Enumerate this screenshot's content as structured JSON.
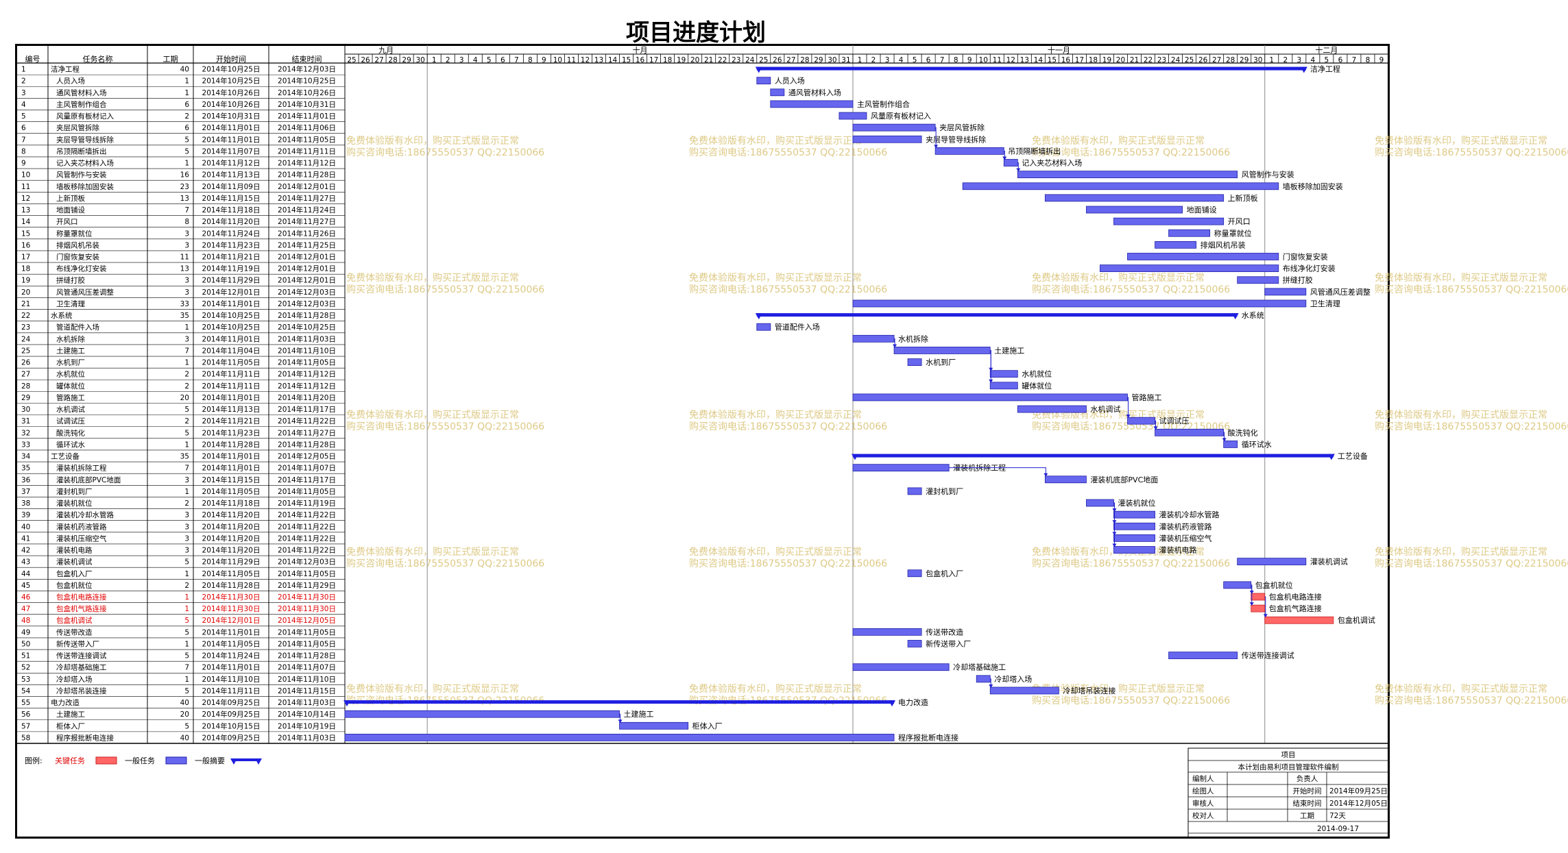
{
  "title": "项目进度计划",
  "table_headers": [
    "编号",
    "任务名称",
    "工期",
    "开始时间",
    "结束时间"
  ],
  "months": [
    {
      "label": "九月",
      "start_day": 0,
      "days": 6
    },
    {
      "label": "十月",
      "start_day": 6,
      "days": 31
    },
    {
      "label": "十一月",
      "start_day": 37,
      "days": 30
    },
    {
      "label": "十二月",
      "start_day": 67,
      "days": 9
    }
  ],
  "day_labels": [
    "25",
    "26",
    "27",
    "28",
    "29",
    "30",
    "1",
    "2",
    "3",
    "4",
    "5",
    "6",
    "7",
    "8",
    "9",
    "10",
    "11",
    "12",
    "13",
    "14",
    "15",
    "16",
    "17",
    "18",
    "19",
    "20",
    "21",
    "22",
    "23",
    "24",
    "25",
    "26",
    "27",
    "28",
    "29",
    "30",
    "31",
    "1",
    "2",
    "3",
    "4",
    "5",
    "6",
    "7",
    "8",
    "9",
    "10",
    "11",
    "12",
    "13",
    "14",
    "15",
    "16",
    "17",
    "18",
    "19",
    "20",
    "21",
    "22",
    "23",
    "24",
    "25",
    "26",
    "27",
    "28",
    "29",
    "30",
    "1",
    "2",
    "3",
    "4",
    "5",
    "6",
    "7",
    "8",
    "9"
  ],
  "chart_data": {
    "type": "gantt",
    "title": "项目进度计划",
    "x_range": [
      "2014-09-25",
      "2014-12-09"
    ],
    "colors": {
      "normal": "#6666ee",
      "critical": "#ff6666",
      "summary": "#1f1fe0",
      "link": "#2020d0"
    },
    "tasks": [
      {
        "id": "1",
        "name": "洁净工程",
        "duration": "40",
        "start": "2014年10月25日",
        "end": "2014年12月03日",
        "type": "summary",
        "label": "洁净工程"
      },
      {
        "id": "2",
        "name": "人员入场",
        "duration": "1",
        "start": "2014年10月25日",
        "end": "2014年10月25日",
        "type": "normal",
        "label": "人员入场"
      },
      {
        "id": "3",
        "name": "通风管材料入场",
        "duration": "1",
        "start": "2014年10月26日",
        "end": "2014年10月26日",
        "type": "normal",
        "label": "通风管材料入场"
      },
      {
        "id": "4",
        "name": "主风管制作组合",
        "duration": "6",
        "start": "2014年10月26日",
        "end": "2014年10月31日",
        "type": "normal",
        "label": "主风管制作组合"
      },
      {
        "id": "5",
        "name": "风量原有板材记入",
        "duration": "2",
        "start": "2014年10月31日",
        "end": "2014年11月01日",
        "type": "normal",
        "label": "风量原有板材记入"
      },
      {
        "id": "6",
        "name": "夹层风管拆除",
        "duration": "6",
        "start": "2014年11月01日",
        "end": "2014年11月06日",
        "type": "normal",
        "label": "夹层风管拆除"
      },
      {
        "id": "7",
        "name": "夹层导管导线拆除",
        "duration": "5",
        "start": "2014年11月01日",
        "end": "2014年11月05日",
        "type": "normal",
        "label": "夹层导管导线拆除"
      },
      {
        "id": "8",
        "name": "吊顶隔断墙拆出",
        "duration": "5",
        "start": "2014年11月07日",
        "end": "2014年11月11日",
        "type": "normal",
        "label": "吊顶隔断墙拆出"
      },
      {
        "id": "9",
        "name": "记入夹芯材料入场",
        "duration": "1",
        "start": "2014年11月12日",
        "end": "2014年11月12日",
        "type": "normal",
        "label": "记入夹芯材料入场"
      },
      {
        "id": "10",
        "name": "风管制作与安装",
        "duration": "16",
        "start": "2014年11月13日",
        "end": "2014年11月28日",
        "type": "normal",
        "label": "风管制作与安装"
      },
      {
        "id": "11",
        "name": "墙板移除加固安装",
        "duration": "23",
        "start": "2014年11月09日",
        "end": "2014年12月01日",
        "type": "normal",
        "label": "墙板移除加固安装"
      },
      {
        "id": "12",
        "name": "上新顶板",
        "duration": "13",
        "start": "2014年11月15日",
        "end": "2014年11月27日",
        "type": "normal",
        "label": "上新顶板"
      },
      {
        "id": "13",
        "name": "地面铺设",
        "duration": "7",
        "start": "2014年11月18日",
        "end": "2014年11月24日",
        "type": "normal",
        "label": "地面铺设"
      },
      {
        "id": "14",
        "name": "开风口",
        "duration": "8",
        "start": "2014年11月20日",
        "end": "2014年11月27日",
        "type": "normal",
        "label": "开风口"
      },
      {
        "id": "15",
        "name": "称量罩就位",
        "duration": "3",
        "start": "2014年11月24日",
        "end": "2014年11月26日",
        "type": "normal",
        "label": "称量罩就位"
      },
      {
        "id": "16",
        "name": "排烟风机吊装",
        "duration": "3",
        "start": "2014年11月23日",
        "end": "2014年11月25日",
        "type": "normal",
        "label": "排烟风机吊装"
      },
      {
        "id": "17",
        "name": "门窗恢复安装",
        "duration": "11",
        "start": "2014年11月21日",
        "end": "2014年12月01日",
        "type": "normal",
        "label": "门窗恢复安装"
      },
      {
        "id": "18",
        "name": "布线净化灯安装",
        "duration": "13",
        "start": "2014年11月19日",
        "end": "2014年12月01日",
        "type": "normal",
        "label": "布线净化灯安装"
      },
      {
        "id": "19",
        "name": "拼缝打胶",
        "duration": "3",
        "start": "2014年11月29日",
        "end": "2014年12月01日",
        "type": "normal",
        "label": "拼缝打胶"
      },
      {
        "id": "20",
        "name": "风管通风压差调整",
        "duration": "3",
        "start": "2014年12月01日",
        "end": "2014年12月03日",
        "type": "normal",
        "label": "风管通风压差调整"
      },
      {
        "id": "21",
        "name": "卫生清理",
        "duration": "33",
        "start": "2014年11月01日",
        "end": "2014年12月03日",
        "type": "normal",
        "label": "卫生清理"
      },
      {
        "id": "22",
        "name": "水系统",
        "duration": "35",
        "start": "2014年10月25日",
        "end": "2014年11月28日",
        "type": "summary",
        "label": "水系统"
      },
      {
        "id": "23",
        "name": "管道配件入场",
        "duration": "1",
        "start": "2014年10月25日",
        "end": "2014年10月25日",
        "type": "normal",
        "label": "管道配件入场"
      },
      {
        "id": "24",
        "name": "水机拆除",
        "duration": "3",
        "start": "2014年11月01日",
        "end": "2014年11月03日",
        "type": "normal",
        "label": "水机拆除"
      },
      {
        "id": "25",
        "name": "土建施工",
        "duration": "7",
        "start": "2014年11月04日",
        "end": "2014年11月10日",
        "type": "normal",
        "label": "土建施工"
      },
      {
        "id": "26",
        "name": "水机到厂",
        "duration": "1",
        "start": "2014年11月05日",
        "end": "2014年11月05日",
        "type": "normal",
        "label": "水机到厂"
      },
      {
        "id": "27",
        "name": "水机就位",
        "duration": "2",
        "start": "2014年11月11日",
        "end": "2014年11月12日",
        "type": "normal",
        "label": "水机就位"
      },
      {
        "id": "28",
        "name": "罐体就位",
        "duration": "2",
        "start": "2014年11月11日",
        "end": "2014年11月12日",
        "type": "normal",
        "label": "罐体就位"
      },
      {
        "id": "29",
        "name": "管路施工",
        "duration": "20",
        "start": "2014年11月01日",
        "end": "2014年11月20日",
        "type": "normal",
        "label": "管路施工"
      },
      {
        "id": "30",
        "name": "水机调试",
        "duration": "5",
        "start": "2014年11月13日",
        "end": "2014年11月17日",
        "type": "normal",
        "label": "水机调试"
      },
      {
        "id": "31",
        "name": "试调试压",
        "duration": "2",
        "start": "2014年11月21日",
        "end": "2014年11月22日",
        "type": "normal",
        "label": "试调试压"
      },
      {
        "id": "32",
        "name": "酸洗钝化",
        "duration": "5",
        "start": "2014年11月23日",
        "end": "2014年11月27日",
        "type": "normal",
        "label": "酸洗钝化"
      },
      {
        "id": "33",
        "name": "循环试水",
        "duration": "1",
        "start": "2014年11月28日",
        "end": "2014年11月28日",
        "type": "normal",
        "label": "循环试水"
      },
      {
        "id": "34",
        "name": "工艺设备",
        "duration": "35",
        "start": "2014年11月01日",
        "end": "2014年12月05日",
        "type": "summary",
        "label": "工艺设备"
      },
      {
        "id": "35",
        "name": "灌装机拆除工程",
        "duration": "7",
        "start": "2014年11月01日",
        "end": "2014年11月07日",
        "type": "normal",
        "label": "灌装机拆除工程"
      },
      {
        "id": "36",
        "name": "灌装机底部PVC地面",
        "duration": "3",
        "start": "2014年11月15日",
        "end": "2014年11月17日",
        "type": "normal",
        "label": "灌装机底部PVC地面"
      },
      {
        "id": "37",
        "name": "灌封机到厂",
        "duration": "1",
        "start": "2014年11月05日",
        "end": "2014年11月05日",
        "type": "normal",
        "label": "灌封机到厂"
      },
      {
        "id": "38",
        "name": "灌装机就位",
        "duration": "2",
        "start": "2014年11月18日",
        "end": "2014年11月19日",
        "type": "normal",
        "label": "灌装机就位"
      },
      {
        "id": "39",
        "name": "灌装机冷却水管路",
        "duration": "3",
        "start": "2014年11月20日",
        "end": "2014年11月22日",
        "type": "normal",
        "label": "灌装机冷却水管路"
      },
      {
        "id": "40",
        "name": "灌装机药液管路",
        "duration": "3",
        "start": "2014年11月20日",
        "end": "2014年11月22日",
        "type": "normal",
        "label": "灌装机药液管路"
      },
      {
        "id": "41",
        "name": "灌装机压缩空气",
        "duration": "3",
        "start": "2014年11月20日",
        "end": "2014年11月22日",
        "type": "normal",
        "label": "灌装机压缩空气"
      },
      {
        "id": "42",
        "name": "灌装机电路",
        "duration": "3",
        "start": "2014年11月20日",
        "end": "2014年11月22日",
        "type": "normal",
        "label": "灌装机电路"
      },
      {
        "id": "43",
        "name": "灌装机调试",
        "duration": "5",
        "start": "2014年11月29日",
        "end": "2014年12月03日",
        "type": "normal",
        "label": "灌装机调试"
      },
      {
        "id": "44",
        "name": "包盒机入厂",
        "duration": "1",
        "start": "2014年11月05日",
        "end": "2014年11月05日",
        "type": "normal",
        "label": "包盒机入厂"
      },
      {
        "id": "45",
        "name": "包盒机就位",
        "duration": "2",
        "start": "2014年11月28日",
        "end": "2014年11月29日",
        "type": "normal",
        "label": "包盒机就位"
      },
      {
        "id": "46",
        "name": "包盒机电路连接",
        "duration": "1",
        "start": "2014年11月30日",
        "end": "2014年11月30日",
        "type": "critical",
        "label": "包盒机电路连接"
      },
      {
        "id": "47",
        "name": "包盒机气路连接",
        "duration": "1",
        "start": "2014年11月30日",
        "end": "2014年11月30日",
        "type": "critical",
        "label": "包盒机气路连接"
      },
      {
        "id": "48",
        "name": "包盒机调试",
        "duration": "5",
        "start": "2014年12月01日",
        "end": "2014年12月05日",
        "type": "critical",
        "label": "包盒机调试"
      },
      {
        "id": "49",
        "name": "传送带改造",
        "duration": "5",
        "start": "2014年11月01日",
        "end": "2014年11月05日",
        "type": "normal",
        "label": "传送带改造"
      },
      {
        "id": "50",
        "name": "新传送带入厂",
        "duration": "1",
        "start": "2014年11月05日",
        "end": "2014年11月05日",
        "type": "normal",
        "label": "新传送带入厂"
      },
      {
        "id": "51",
        "name": "传送带连接调试",
        "duration": "5",
        "start": "2014年11月24日",
        "end": "2014年11月28日",
        "type": "normal",
        "label": "传送带连接调试"
      },
      {
        "id": "52",
        "name": "冷却塔基础施工",
        "duration": "7",
        "start": "2014年11月01日",
        "end": "2014年11月07日",
        "type": "normal",
        "label": "冷却塔基础施工"
      },
      {
        "id": "53",
        "name": "冷却塔入场",
        "duration": "1",
        "start": "2014年11月10日",
        "end": "2014年11月10日",
        "type": "normal",
        "label": "冷却塔入场"
      },
      {
        "id": "54",
        "name": "冷却塔吊装连接",
        "duration": "5",
        "start": "2014年11月11日",
        "end": "2014年11月15日",
        "type": "normal",
        "label": "冷却塔吊装连接"
      },
      {
        "id": "55",
        "name": "电力改造",
        "duration": "40",
        "start": "2014年09月25日",
        "end": "2014年11月03日",
        "type": "summary",
        "label": "电力改造"
      },
      {
        "id": "56",
        "name": "土建施工",
        "duration": "20",
        "start": "2014年09月25日",
        "end": "2014年10月14日",
        "type": "normal",
        "label": "土建施工"
      },
      {
        "id": "57",
        "name": "柜体入厂",
        "duration": "5",
        "start": "2014年10月15日",
        "end": "2014年10月19日",
        "type": "normal",
        "label": "柜体入厂"
      },
      {
        "id": "58",
        "name": "程序报批断电连接",
        "duration": "40",
        "start": "2014年09月25日",
        "end": "2014年11月03日",
        "type": "normal",
        "label": "程序报批断电连接"
      }
    ]
  },
  "legend": {
    "title": "图例:",
    "critical": "关键任务",
    "normal": "一般任务",
    "summary": "一般摘要"
  },
  "watermark": {
    "line1": "免费体验版有水印，购买正式版显示正常",
    "line2": "购买咨询电话:18675550537 QQ:22150066"
  },
  "info_box": {
    "project_label": "项目",
    "subtitle": "本计划由易利项目管理软件编制",
    "rows": [
      {
        "l1": "编制人",
        "v1": "",
        "l2": "负责人",
        "v2": ""
      },
      {
        "l1": "绘图人",
        "v1": "",
        "l2": "开始时间",
        "v2": "2014年09月25日"
      },
      {
        "l1": "审核人",
        "v1": "",
        "l2": "结束时间",
        "v2": "2014年12月05日"
      },
      {
        "l1": "校对人",
        "v1": "",
        "l2": "工期",
        "v2": "72天"
      }
    ],
    "date": "2014-09-17"
  }
}
